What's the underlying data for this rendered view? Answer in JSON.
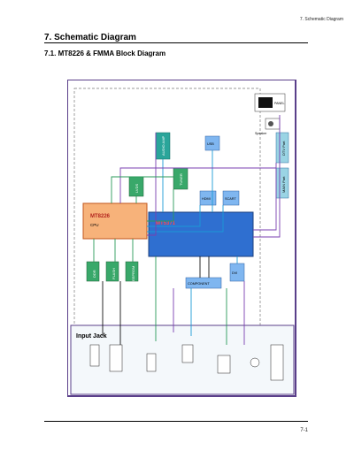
{
  "header": {
    "section_ref": "7. Schematic Diagram"
  },
  "page": {
    "title": "7. Schematic Diagram",
    "subtitle": "7.1. MT8226 & FMMA Block Diagram",
    "page_number": "7-1"
  },
  "blocks": {
    "dtv_part": "DTV Part",
    "main_part": "MAIN Part",
    "input_jack": "Input Jack",
    "mt8226": "MT8226",
    "cpu": "CPU",
    "mt5371": "MT5371",
    "ddr": "DDR",
    "flash": "FLASH",
    "eeprom": "EEPROM",
    "lvds": "LVDS",
    "audio_amp": "AUDIO AMP",
    "speaker": "Speaker",
    "tuner": "TUNER",
    "scart": "SCART",
    "hdmi": "HDMI",
    "component": "COMPONENT",
    "dvi": "DVI",
    "usb": "USB",
    "panel": "PANEL"
  }
}
